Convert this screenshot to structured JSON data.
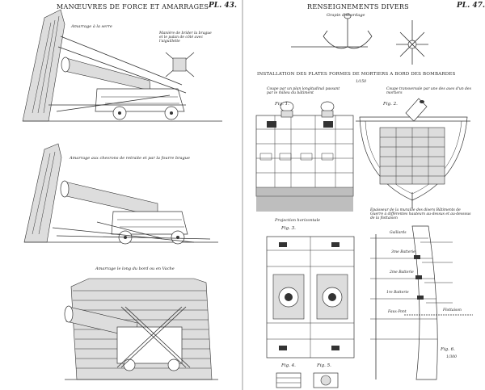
{
  "left_plate": {
    "title": "MANŒUVRES DE FORCE ET AMARRAGES",
    "number": "PL. 43.",
    "captions": {
      "top": "Amarrage à la serre",
      "top_detail": "Manière de brider la brague et le palan de côté avec l'aiguillette",
      "middle": "Amarrage aux chevrons de retraite et par la fourre brague",
      "bottom": "Amarrage le long du bord ou en Vache"
    }
  },
  "right_plate": {
    "title": "RENSEIGNEMENTS DIVERS",
    "number": "PL. 47.",
    "grapin_caption": "Grapin d'abordage",
    "installation_title": "INSTALLATION DES PLATES FORMES DE MORTIERS A BORD DES BOMBARDES",
    "installation_scale": "1/150",
    "section_long": "Coupe par un plan longitudinal passant par le milieu du bâtiment",
    "section_trans": "Coupe transversale par une des axes d'un des mortiers",
    "fig1": "Fig. 1.",
    "fig2": "Fig. 2.",
    "projection": "Projection horizontale",
    "fig3": "Fig. 3.",
    "fig4": "Fig. 4.",
    "fig5": "Fig. 5.",
    "epaisseur": "Epaisseur de la muraille des divers Bâtiments de Guerre à différentes hauteurs au-dessus et au-dessous de la flottaison",
    "deck_labels": [
      "Gaillards",
      "3me Batterie",
      "2me Batterie",
      "1re Batterie",
      "Faux-Pont",
      "Flottaison"
    ],
    "fig6": "Fig. 6.",
    "fig6_scale": "1/300"
  }
}
